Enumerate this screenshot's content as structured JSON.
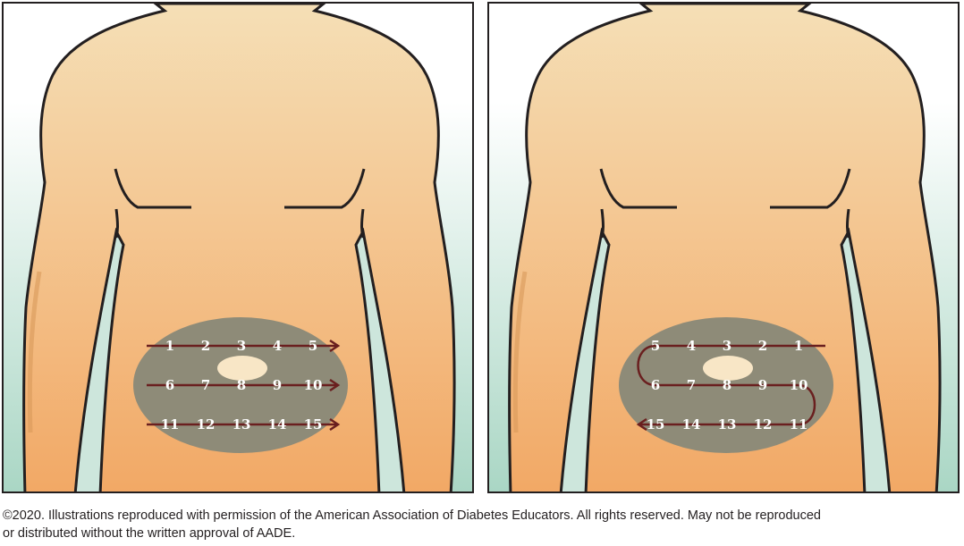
{
  "colors": {
    "skin_top": "#f5dfb6",
    "skin_bottom": "#f2a865",
    "background_top": "#ffffff",
    "background_bottom": "#a9d6c4",
    "outline": "#231f20",
    "injection_zone": "#8e8b78",
    "rotation_arrow": "#6a1f1f",
    "site_number": "#ffffff"
  },
  "panels": [
    {
      "id": "left",
      "pattern": "left-to-right rows",
      "rows": [
        [
          "1",
          "2",
          "3",
          "4",
          "5"
        ],
        [
          "6",
          "7",
          "8",
          "9",
          "10"
        ],
        [
          "11",
          "12",
          "13",
          "14",
          "15"
        ]
      ]
    },
    {
      "id": "right",
      "pattern": "serpentine",
      "rows": [
        [
          "5",
          "4",
          "3",
          "2",
          "1"
        ],
        [
          "6",
          "7",
          "8",
          "9",
          "10"
        ],
        [
          "15",
          "14",
          "13",
          "12",
          "11"
        ]
      ]
    }
  ],
  "copyright": {
    "line1": "©2020. Illustrations reproduced with permission of the American Association of Diabetes Educators. All rights reserved. May not be reproduced",
    "line2": "or distributed without the written approval of AADE."
  }
}
